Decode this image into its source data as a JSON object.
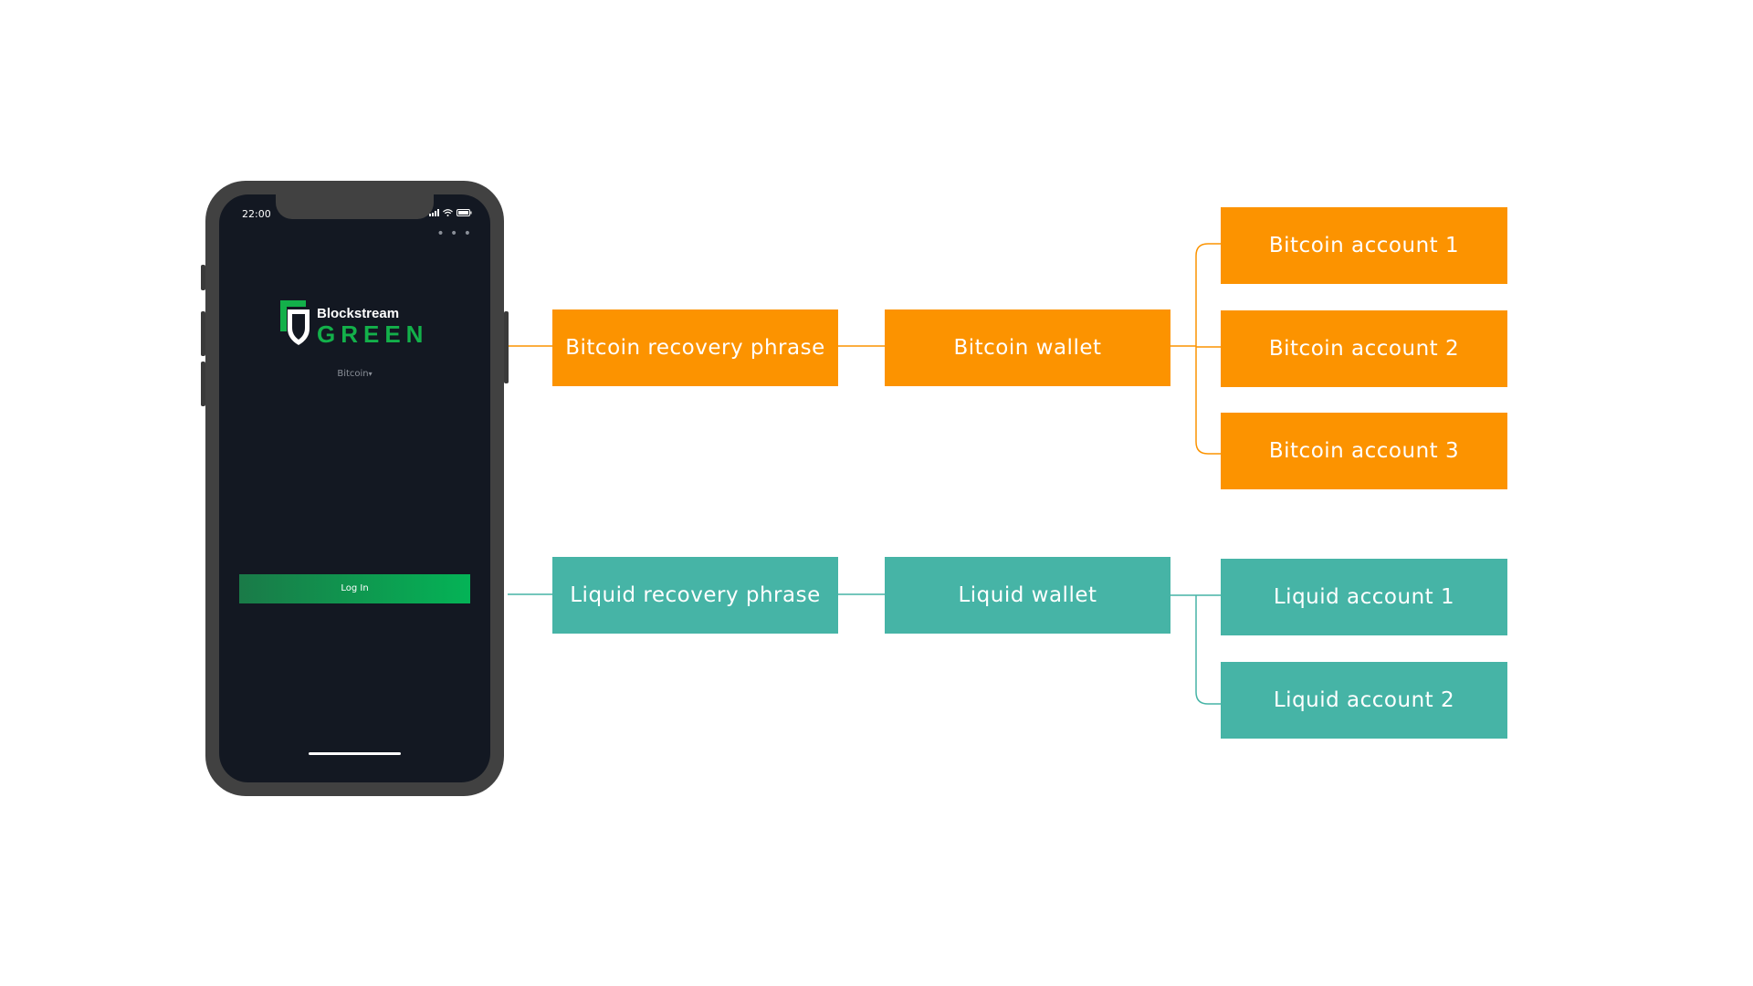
{
  "colors": {
    "bitcoin": "#fc9300",
    "liquid": "#46b4a6",
    "green_brand": "#13b04a",
    "phone_body": "#414141",
    "phone_screen": "#131822"
  },
  "phone": {
    "status_time": "22:00",
    "status_icons": [
      "signal-icon",
      "wifi-icon",
      "battery-icon"
    ],
    "menu_icon": "more-icon",
    "logo": {
      "brand": "Blockstream",
      "product": "GREEN"
    },
    "network_select": "Bitcoin",
    "network_caret": "▾",
    "login_button": "Log In"
  },
  "diagram": {
    "bitcoin": {
      "recovery_phrase": "Bitcoin recovery phrase",
      "wallet": "Bitcoin wallet",
      "accounts": [
        "Bitcoin account 1",
        "Bitcoin account 2",
        "Bitcoin account 3"
      ]
    },
    "liquid": {
      "recovery_phrase": "Liquid recovery phrase",
      "wallet": "Liquid wallet",
      "accounts": [
        "Liquid account 1",
        "Liquid account 2"
      ]
    }
  }
}
